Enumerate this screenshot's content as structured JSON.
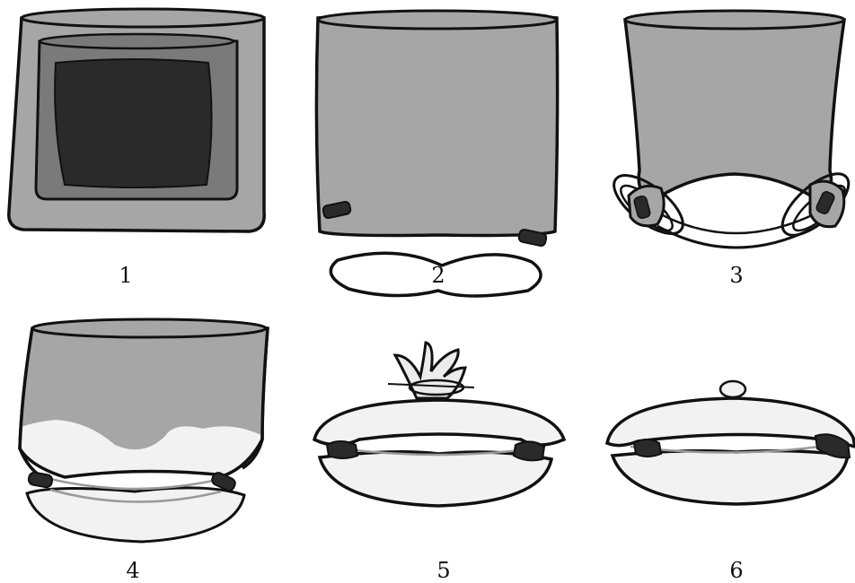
{
  "steps": [
    {
      "label": "1"
    },
    {
      "label": "2"
    },
    {
      "label": "3"
    },
    {
      "label": "4"
    },
    {
      "label": "5"
    },
    {
      "label": "6"
    }
  ],
  "colors": {
    "outline": "#111111",
    "fabric_gray": "#a6a6a6",
    "fabric_mid": "#7a7a7a",
    "fabric_dark": "#2a2a2a",
    "fabric_light": "#ececec",
    "fabric_pale": "#f2f2f2",
    "background": "#ffffff"
  }
}
